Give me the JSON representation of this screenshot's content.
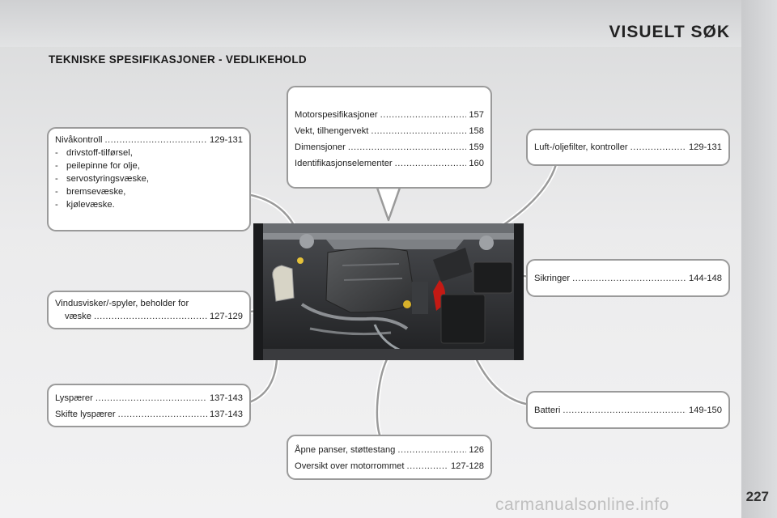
{
  "header": {
    "section_title": "VISUELT SØK",
    "subtitle": "TEKNISKE SPESIFIKASJONER - VEDLIKEHOLD"
  },
  "page_number": "227",
  "watermark": "carmanualsonline.info",
  "callouts": {
    "fluid_levels": {
      "title": "Nivåkontroll",
      "pages": "129-131",
      "items": [
        "drivstoff-tilførsel,",
        "peilepinne for olje,",
        "servostyringsvæske,",
        "bremsevæske,",
        "kjølevæske."
      ]
    },
    "specs": {
      "rows": [
        {
          "label": "Motorspesifikasjoner",
          "pages": "157"
        },
        {
          "label": "Vekt, tilhengervekt",
          "pages": "158"
        },
        {
          "label": "Dimensjoner",
          "pages": "159"
        },
        {
          "label": "Identifikasjonselementer",
          "pages": "160"
        }
      ]
    },
    "filters": {
      "label": "Luft-/oljefilter, kontroller",
      "pages": "129-131"
    },
    "washer": {
      "line1": "Vindusvisker/-spyler, beholder for",
      "line2": "væske",
      "pages": "127-129"
    },
    "fuses": {
      "label": "Sikringer",
      "pages": "144-148"
    },
    "bulbs": {
      "rows": [
        {
          "label": "Lyspærer",
          "pages": "137-143"
        },
        {
          "label": "Skifte lyspærer",
          "pages": "137-143"
        }
      ]
    },
    "battery": {
      "label": "Batteri",
      "pages": "149-150"
    },
    "bonnet": {
      "rows": [
        {
          "label": "Åpne panser, støttestang",
          "pages": "126"
        },
        {
          "label": "Oversikt over motorrommet",
          "pages": "127-128"
        }
      ]
    }
  }
}
